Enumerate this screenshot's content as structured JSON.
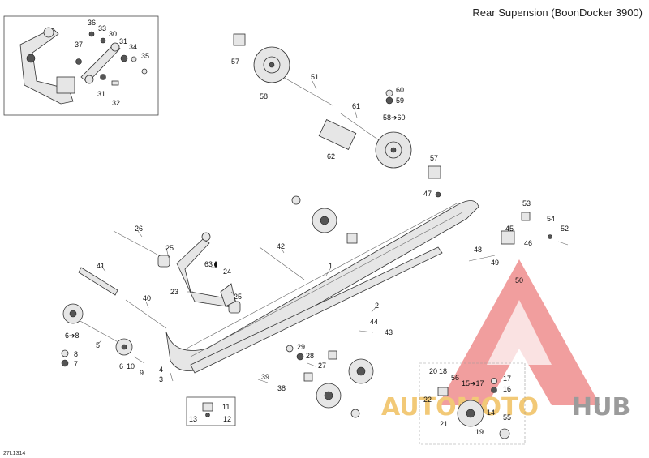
{
  "title": "Rear Supension (BoonDocker 3900)",
  "figure_code": "27L1314",
  "watermark": {
    "part1": "AUTOMOTO",
    "part2": "HUB",
    "color1": "#f0c060",
    "color2": "#8a8a8a",
    "logo_color": "#e03030"
  },
  "callouts": {
    "c1": "1",
    "c2": "2",
    "c3": "3",
    "c4": "4",
    "c5": "5",
    "c6to8": "6➔8",
    "c6": "6",
    "c7": "7",
    "c8": "8",
    "c9": "9",
    "c10": "10",
    "c11": "11",
    "c12": "12",
    "c13": "13",
    "c14": "14",
    "c15to17": "15➔17",
    "c16": "16",
    "c17": "17",
    "c18": "18",
    "c19": "19",
    "c20": "20",
    "c21": "21",
    "c22": "22",
    "c23": "23",
    "c24": "24",
    "c25a": "25",
    "c25b": "25",
    "c26": "26",
    "c27": "27",
    "c28": "28",
    "c29": "29",
    "c30": "30",
    "c31a": "31",
    "c31b": "31",
    "c32": "32",
    "c33": "33",
    "c34": "34",
    "c35": "35",
    "c36": "36",
    "c37": "37",
    "c38": "38",
    "c39": "39",
    "c40": "40",
    "c41": "41",
    "c42": "42",
    "c43": "43",
    "c44": "44",
    "c45": "45",
    "c46": "46",
    "c47": "47",
    "c48": "48",
    "c49": "49",
    "c50": "50",
    "c51": "51",
    "c52": "52",
    "c53": "53",
    "c54": "54",
    "c55": "55",
    "c56": "56",
    "c57a": "57",
    "c57b": "57",
    "c58": "58",
    "c58to60": "58➔60",
    "c59": "59",
    "c60": "60",
    "c61": "61",
    "c62": "62",
    "c63": "63"
  }
}
